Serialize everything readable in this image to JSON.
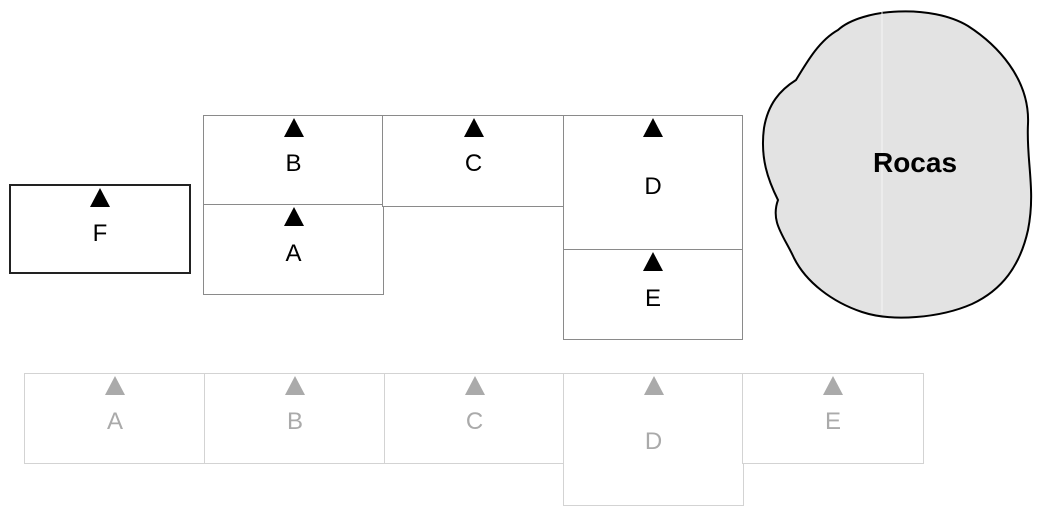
{
  "arranged_tiles": [
    {
      "letter": "F"
    },
    {
      "letter": "B"
    },
    {
      "letter": "A"
    },
    {
      "letter": "C"
    },
    {
      "letter": "D"
    },
    {
      "letter": "E"
    }
  ],
  "ghost_tiles": [
    {
      "letter": "A"
    },
    {
      "letter": "B"
    },
    {
      "letter": "C"
    },
    {
      "letter": "D"
    },
    {
      "letter": "E"
    }
  ],
  "rocks": {
    "label": "Rocas",
    "fill": "#e3e3e3",
    "stroke": "#000000"
  },
  "colors": {
    "active_marker": "#000000",
    "ghost": "#aaaaaa"
  }
}
